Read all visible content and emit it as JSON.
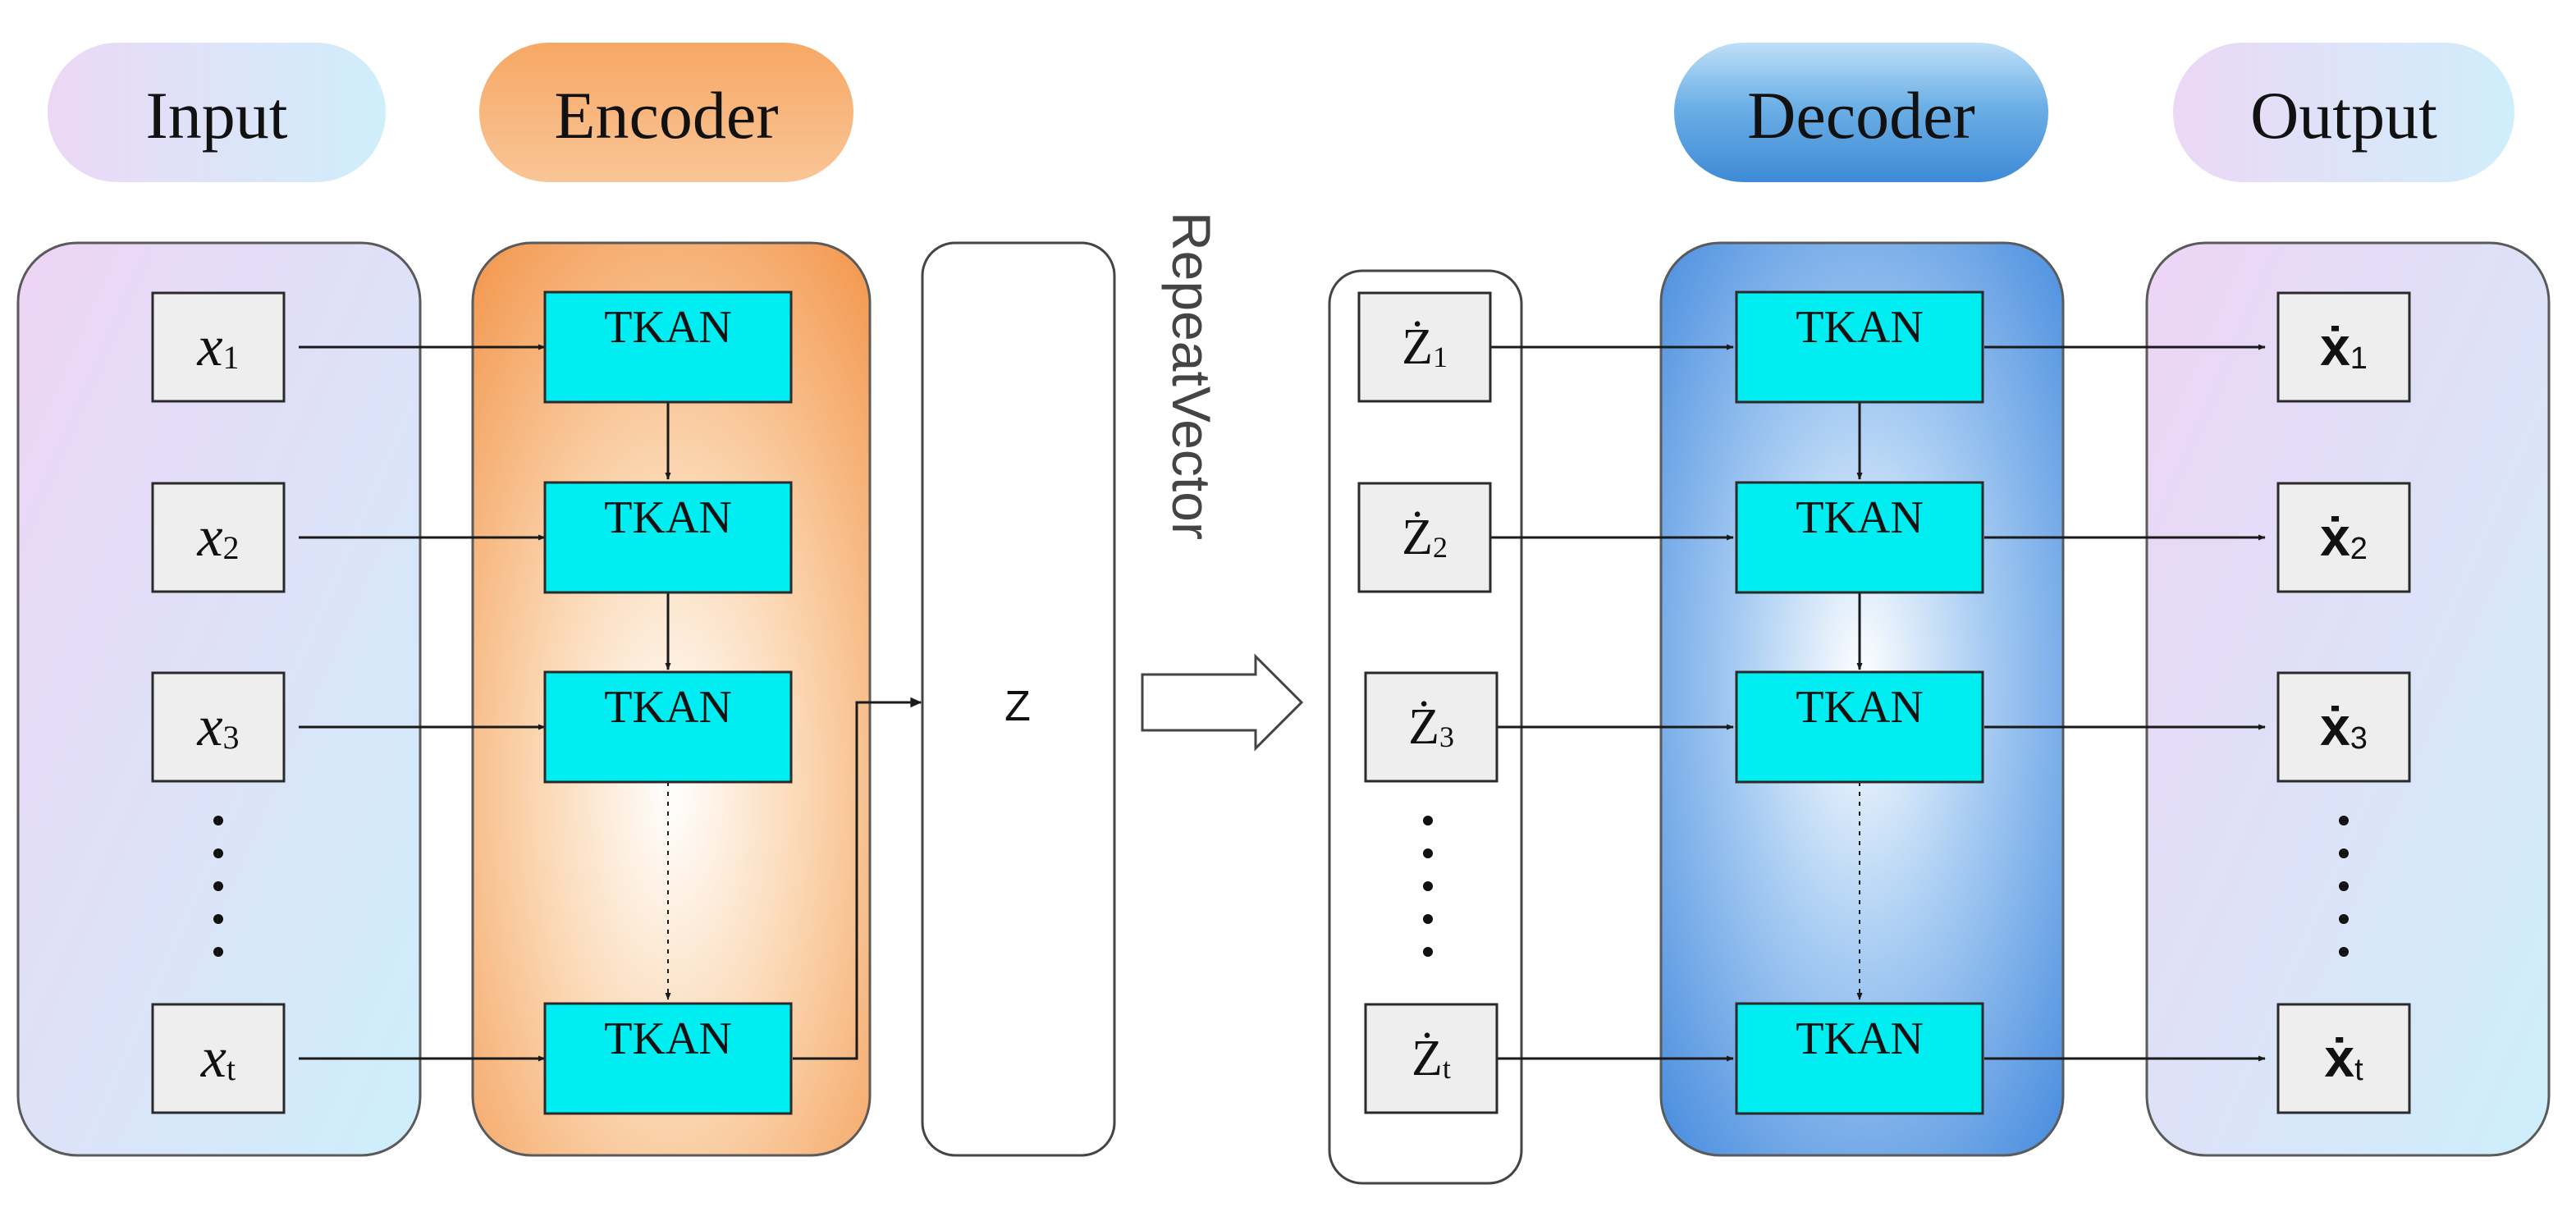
{
  "headers": {
    "input": "Input",
    "encoder": "Encoder",
    "decoder": "Decoder",
    "output": "Output"
  },
  "cell_label": "TKAN",
  "latent_label": "Z",
  "repeat_label": "RepeatVector",
  "inputs": [
    {
      "base": "x",
      "sub": "1"
    },
    {
      "base": "x",
      "sub": "2"
    },
    {
      "base": "x",
      "sub": "3"
    },
    {
      "base": "x",
      "sub": "t"
    }
  ],
  "decoder_inputs": [
    {
      "base": "Ż",
      "sub": "1"
    },
    {
      "base": "Ż",
      "sub": "2"
    },
    {
      "base": "Ż",
      "sub": "3"
    },
    {
      "base": "Ż",
      "sub": "t"
    }
  ],
  "outputs": [
    {
      "base": "ẋ",
      "sub": "1"
    },
    {
      "base": "ẋ",
      "sub": "2"
    },
    {
      "base": "ẋ",
      "sub": "3"
    },
    {
      "base": "ẋ",
      "sub": "t"
    }
  ],
  "colors": {
    "cell_fill": "#00eef2",
    "encoder_fill": "#f6a45e",
    "decoder_fill": "#4a90e0",
    "panel_pink": "#efd6f5",
    "panel_cyan": "#cdeefa",
    "box_fill": "#eeeeee",
    "line": "#1a1a1a"
  }
}
